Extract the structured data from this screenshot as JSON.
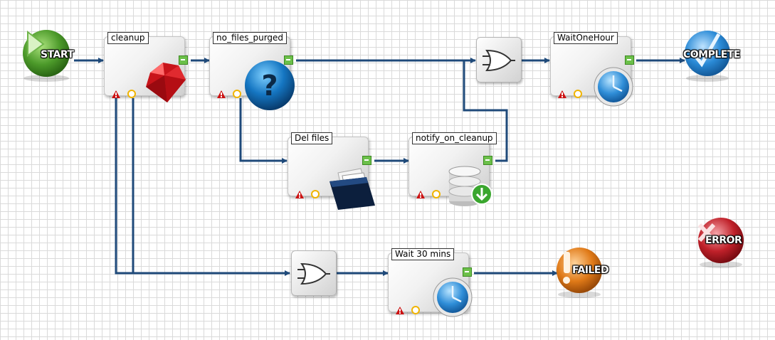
{
  "colors": {
    "connector": "#1f4a7a",
    "success_port": "#6cc04a",
    "wait_port": "#f0b400",
    "fail_port": "#cc1111",
    "start": "#4c9a2a",
    "complete": "#2a8ad6",
    "failed": "#e07a18",
    "error": "#c0212a"
  },
  "terminals": {
    "start": {
      "label": "START",
      "icon": "play-icon"
    },
    "complete": {
      "label": "COMPLETE",
      "icon": "check-icon"
    },
    "failed": {
      "label": "FAILED",
      "icon": "exclamation-icon"
    },
    "error": {
      "label": "ERROR",
      "icon": "x-icon"
    }
  },
  "nodes": {
    "cleanup": {
      "label": "cleanup",
      "icon": "ruby-gem-icon"
    },
    "no_files_purged": {
      "label": "no_files_purged",
      "icon": "question-icon"
    },
    "del_files": {
      "label": "Del files",
      "icon": "folder-documents-icon"
    },
    "notify_on_cleanup": {
      "label": "notify_on_cleanup",
      "icon": "database-download-icon"
    },
    "wait_one_hour": {
      "label": "WaitOneHour",
      "icon": "clock-icon"
    },
    "wait_30_mins": {
      "label": "Wait 30 mins",
      "icon": "clock-icon"
    }
  },
  "gates": {
    "or_top": {
      "type": "OR",
      "icon": "or-gate-icon"
    },
    "or_bottom": {
      "type": "OR",
      "icon": "or-gate-icon"
    }
  }
}
